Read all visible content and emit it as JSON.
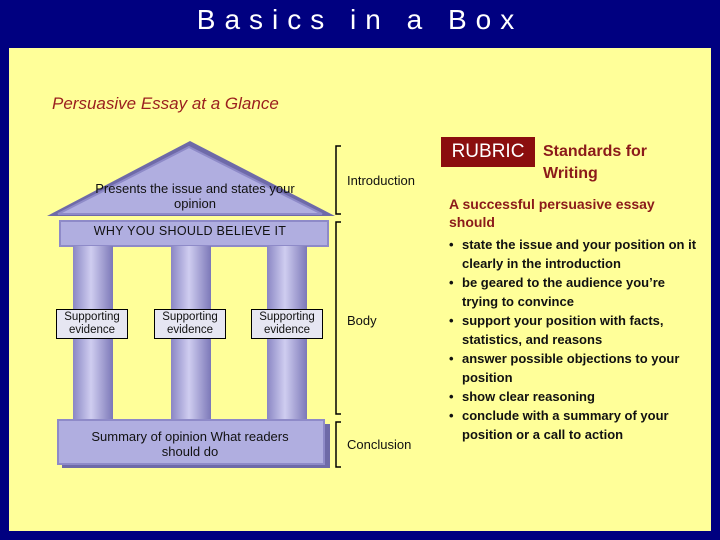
{
  "header": {
    "title": "Basics in a Box"
  },
  "subtitle": "Persuasive Essay at a Glance",
  "temple": {
    "pediment_text": "Presents the issue and states your opinion",
    "beam_text": "WHY YOU SHOULD BELIEVE IT",
    "evidence": [
      "Supporting evidence",
      "Supporting evidence",
      "Supporting evidence"
    ],
    "base_text": "Summary of opinion What readers should do"
  },
  "sections": {
    "introduction": "Introduction",
    "body": "Body",
    "conclusion": "Conclusion"
  },
  "rubric": {
    "label": "RUBRIC",
    "heading": "Standards for Writing",
    "lead": "A successful persuasive essay should",
    "criteria": [
      "state the issue and your position on it clearly in the introduction",
      "be geared to the audience you’re trying to convince",
      "support your position with facts, statistics, and reasons",
      "answer possible objections to your position",
      "show clear reasoning",
      "conclude with a summary of your position or a call to action"
    ]
  },
  "colors": {
    "frame": "#000080",
    "background": "#ffff99",
    "accent": "#8b0e0e",
    "temple": "#a8a8d8"
  }
}
